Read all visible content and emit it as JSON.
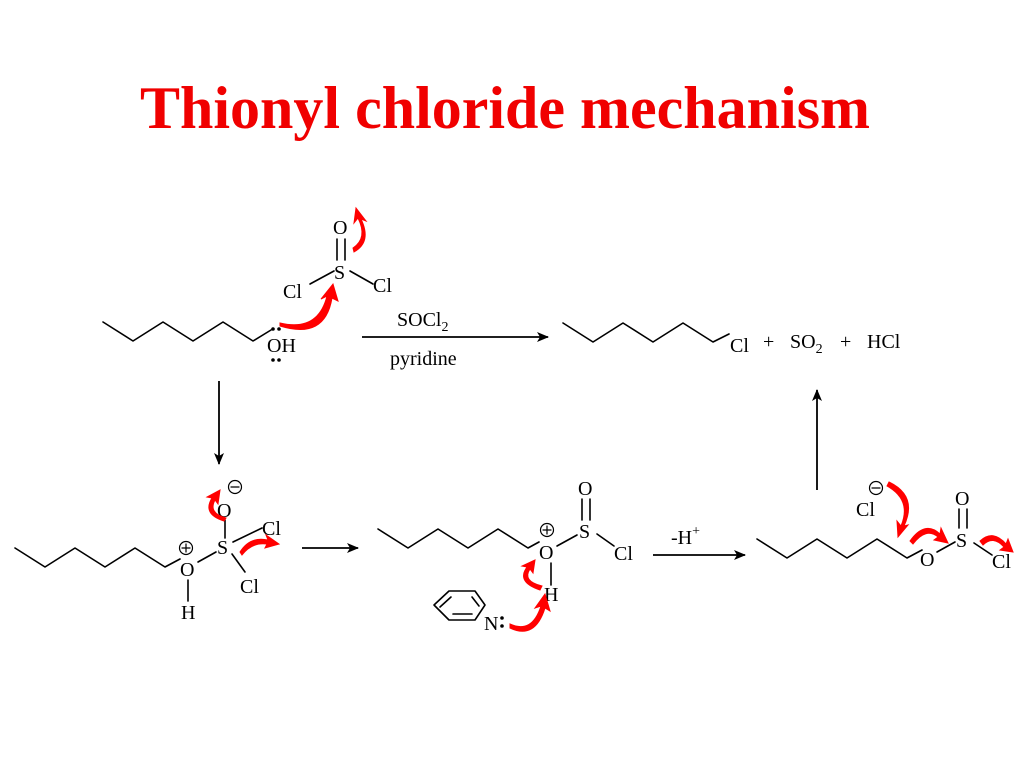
{
  "title": "Thionyl chloride mechanism",
  "colors": {
    "title": "#f00000",
    "curved_arrows": "#ff0000",
    "structure": "#000000"
  },
  "labels": {
    "O": "O",
    "S": "S",
    "Cl": "Cl",
    "H": "H",
    "OH": "OH",
    "N": "N",
    "plus": "+",
    "SO2": "SO",
    "sub2": "2",
    "HCl": "HCl",
    "SOCl": "SOCl",
    "pyridine": "pyridine",
    "minusH": "-H",
    "sup_plus": "+"
  }
}
